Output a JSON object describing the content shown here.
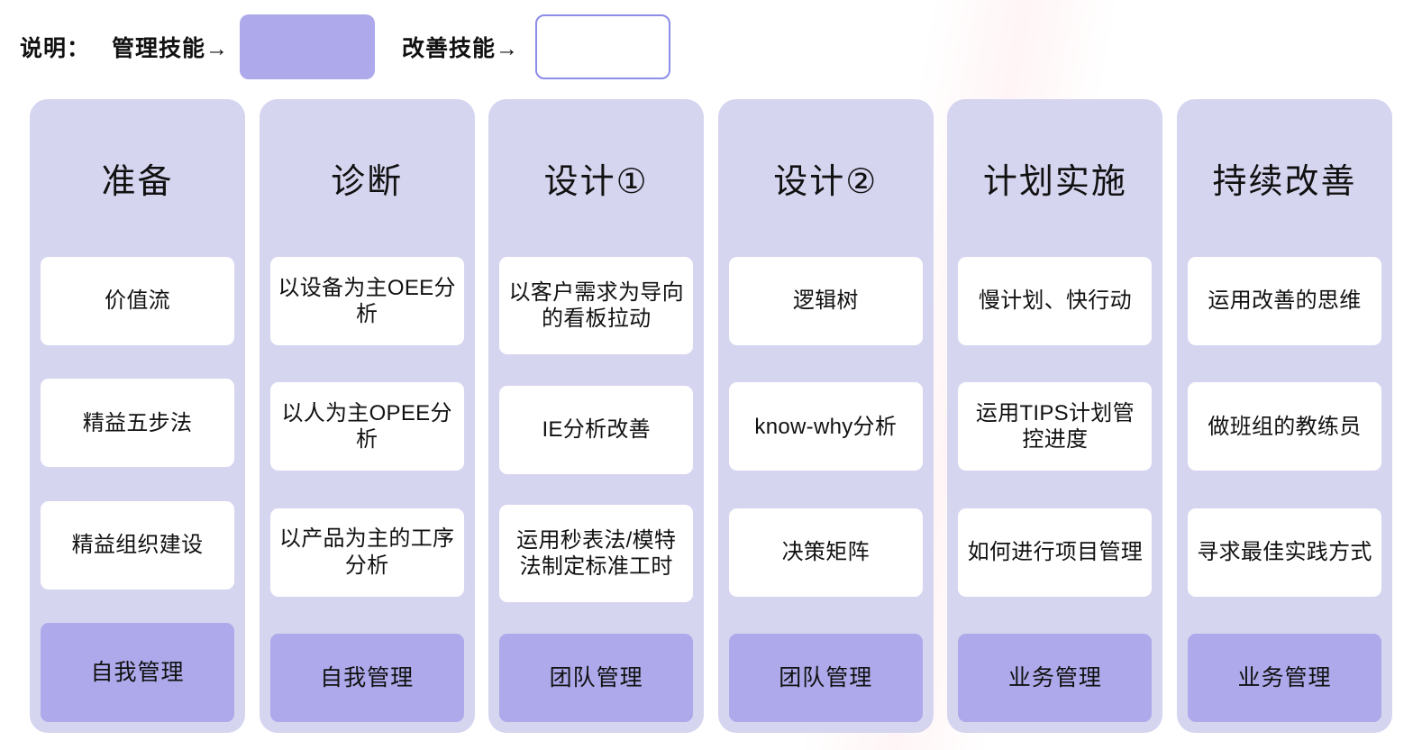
{
  "legend": {
    "prefix": "说明：",
    "management_skill_label": "管理技能→",
    "improvement_skill_label": "改善技能→",
    "management_swatch_color": "#ada9ea",
    "improvement_swatch_color": "#ffffff",
    "improvement_swatch_border": "#8d8ce9"
  },
  "colors": {
    "column_background": "#d6d5f0",
    "card_background": "#ffffff",
    "tile_background": "#ada9ea",
    "page_background": "#ffffff",
    "text": "#111111"
  },
  "columns": [
    {
      "title": "准备",
      "cards": [
        "价值流",
        "精益五步法",
        "精益组织建设"
      ],
      "tile": "自我管理"
    },
    {
      "title": "诊断",
      "cards": [
        "以设备为主OEE分析",
        "以人为主OPEE分析",
        "以产品为主的工序分析"
      ],
      "tile": "自我管理"
    },
    {
      "title": "设计①",
      "cards": [
        "以客户需求为导向的看板拉动",
        "IE分析改善",
        "运用秒表法/模特法制定标准工时"
      ],
      "tile": "团队管理"
    },
    {
      "title": "设计②",
      "cards": [
        "逻辑树",
        "know-why分析",
        "决策矩阵"
      ],
      "tile": "团队管理"
    },
    {
      "title": "计划实施",
      "cards": [
        "慢计划、快行动",
        "运用TIPS计划管控进度",
        "如何进行项目管理"
      ],
      "tile": "业务管理"
    },
    {
      "title": "持续改善",
      "cards": [
        "运用改善的思维",
        "做班组的教练员",
        "寻求最佳实践方式"
      ],
      "tile": "业务管理"
    }
  ]
}
